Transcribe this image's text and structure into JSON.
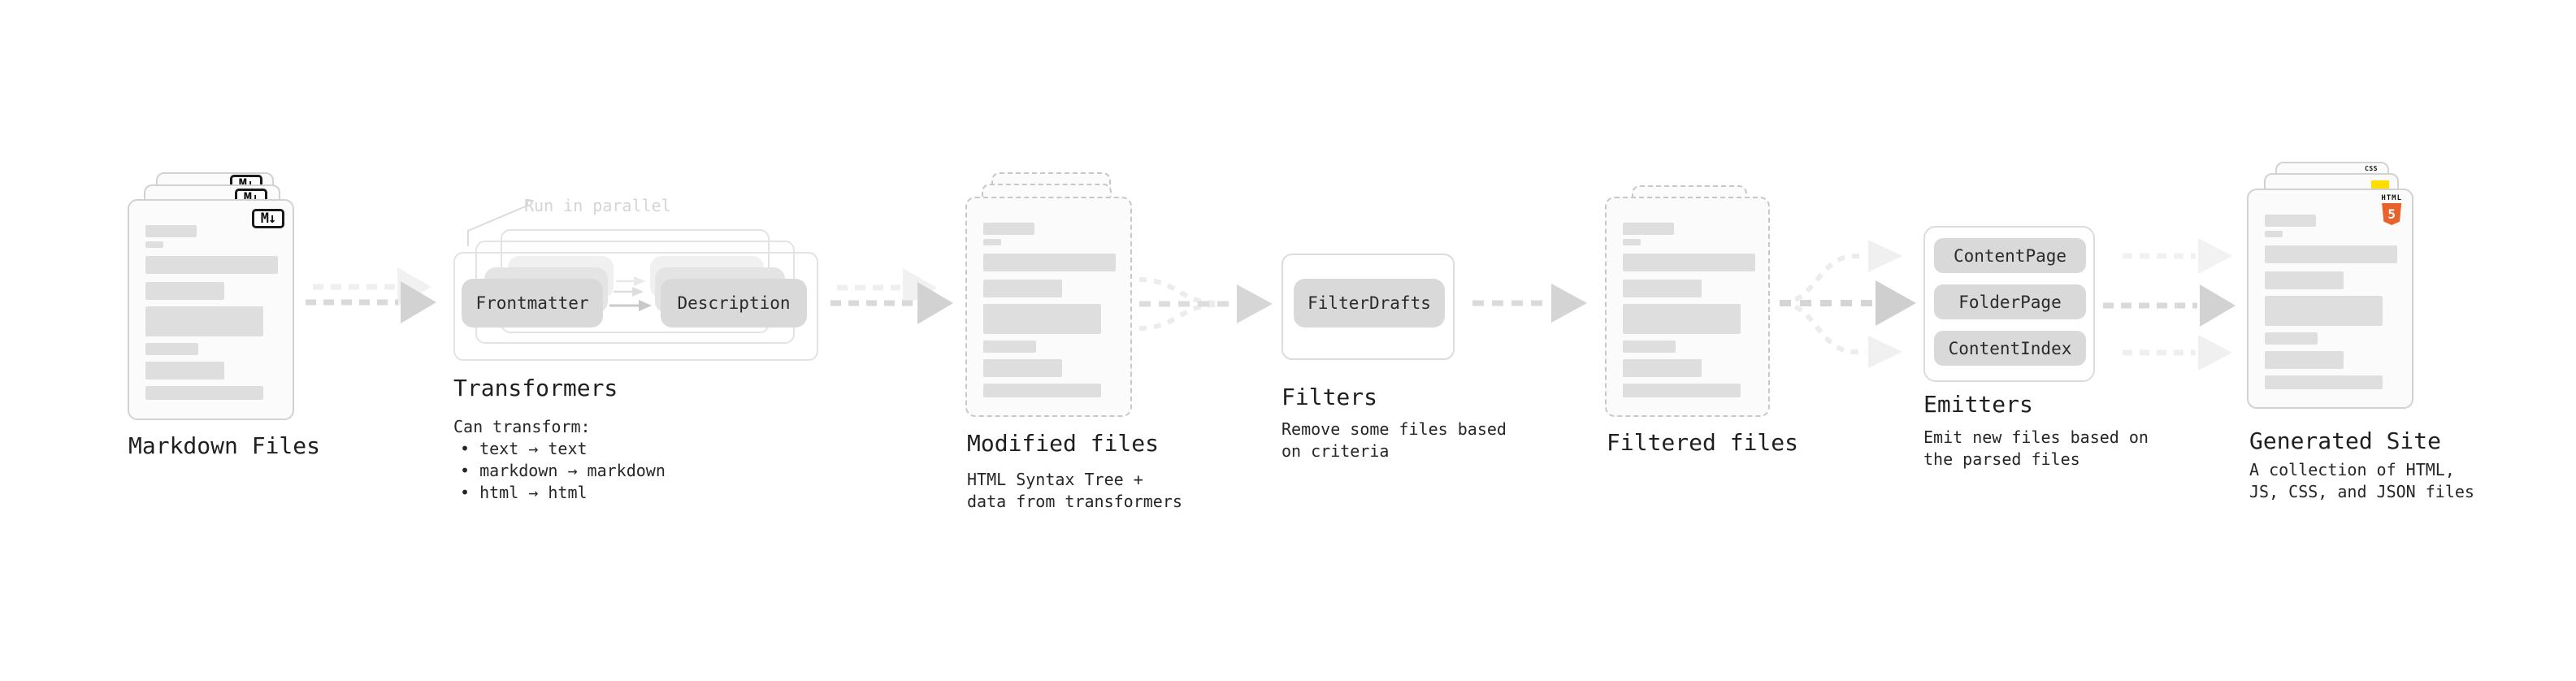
{
  "stages": [
    {
      "id": "markdown-files",
      "title": "Markdown Files"
    },
    {
      "id": "transformers",
      "title": "Transformers",
      "annotation": "Run in parallel",
      "pills": [
        "Frontmatter",
        "Description"
      ],
      "notes": [
        "Can transform:",
        "• text → text",
        "• markdown → markdown",
        "• html → html"
      ]
    },
    {
      "id": "modified-files",
      "title": "Modified files",
      "notes": [
        "HTML Syntax Tree +",
        "data from transformers"
      ]
    },
    {
      "id": "filters",
      "title": "Filters",
      "pills": [
        "FilterDrafts"
      ],
      "notes": [
        "Remove some files based",
        "on criteria"
      ]
    },
    {
      "id": "filtered-files",
      "title": "Filtered files"
    },
    {
      "id": "emitters",
      "title": "Emitters",
      "pills": [
        "ContentPage",
        "FolderPage",
        "ContentIndex"
      ],
      "notes": [
        "Emit new files based on",
        "the parsed files"
      ]
    },
    {
      "id": "generated-site",
      "title": "Generated Site",
      "notes": [
        "A collection of HTML,",
        "JS, CSS, and JSON files"
      ]
    }
  ],
  "icons": {
    "markdown": "M↓",
    "html5_label": "HTML",
    "html5_number": "5",
    "css_label": "CSS"
  },
  "colors": {
    "html5_orange": "#e8622c",
    "js_yellow": "#ffdd00",
    "css_blue": "#2965f1",
    "pill_bg": "#d9d9d9",
    "card_border": "#d2d2d2",
    "dashed_border": "#c8c8c8",
    "arrow_dark": "#d2d2d2",
    "arrow_light": "#f0f0f0",
    "text_dark": "#1f1f1f"
  }
}
